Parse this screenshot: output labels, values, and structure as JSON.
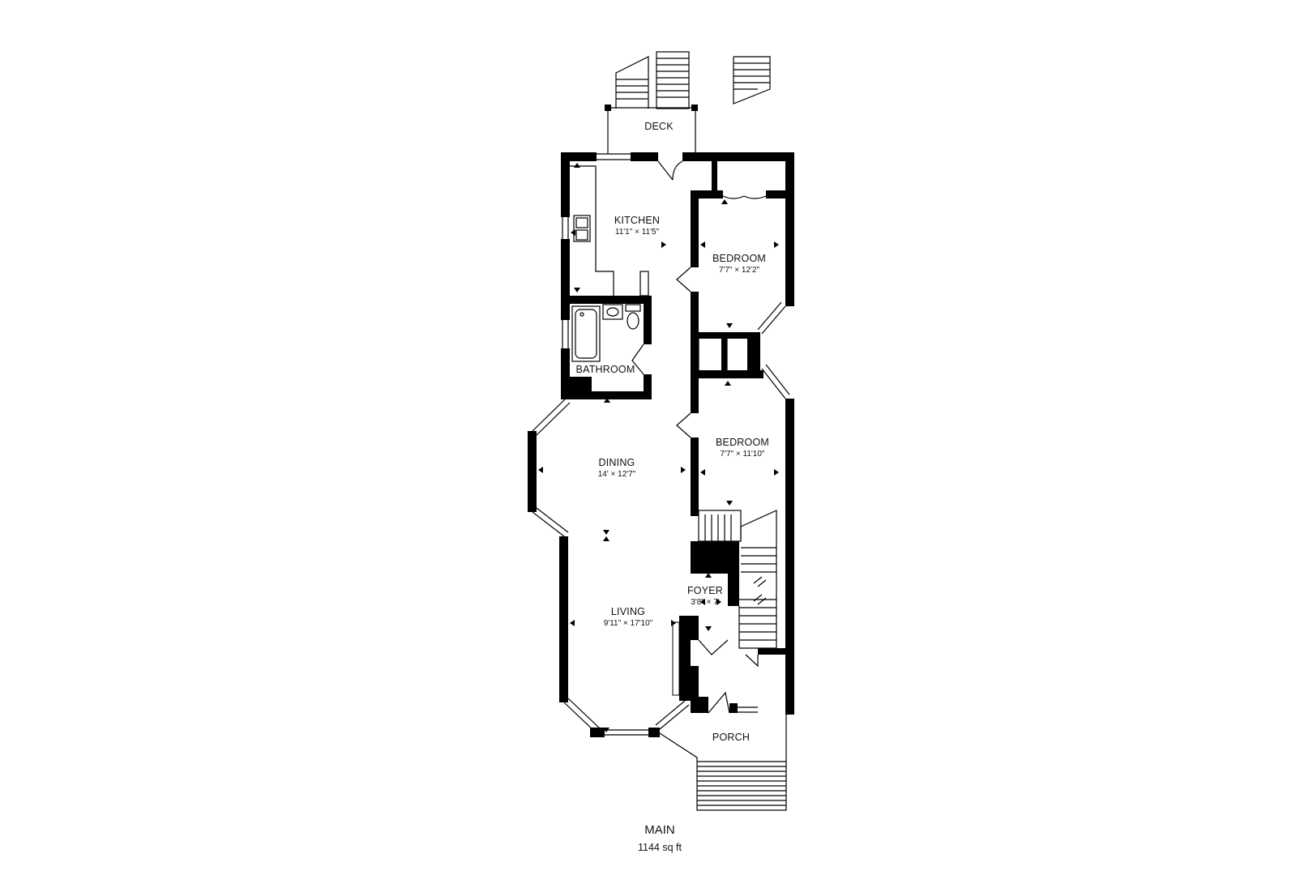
{
  "rooms": {
    "deck": {
      "name": "DECK"
    },
    "kitchen": {
      "name": "KITCHEN",
      "dims": "11'1\" × 11'5\""
    },
    "bedroom1": {
      "name": "BEDROOM",
      "dims": "7'7\" × 12'2\""
    },
    "bathroom": {
      "name": "BATHROOM"
    },
    "bedroom2": {
      "name": "BEDROOM",
      "dims": "7'7\" × 11'10\""
    },
    "dining": {
      "name": "DINING",
      "dims": "14' × 12'7\""
    },
    "foyer": {
      "name": "FOYER",
      "dims": "3'8\" × 7'"
    },
    "living": {
      "name": "LIVING",
      "dims": "9'11\" × 17'10\""
    },
    "porch": {
      "name": "PORCH"
    }
  },
  "floor": {
    "name": "MAIN",
    "area": "1144 sq ft"
  }
}
